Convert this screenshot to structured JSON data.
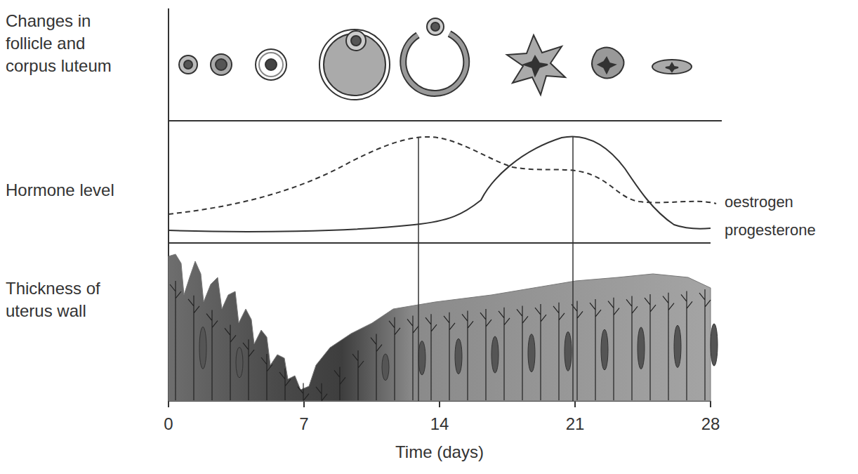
{
  "diagram": {
    "labels": [
      "Changes in follicle and corpus luteum",
      "Hormone level",
      "oestrogen",
      "progesterone",
      "Thickness of uterus wall",
      "0",
      "7",
      "14",
      "21",
      "28",
      "Time (days)"
    ]
  }
}
